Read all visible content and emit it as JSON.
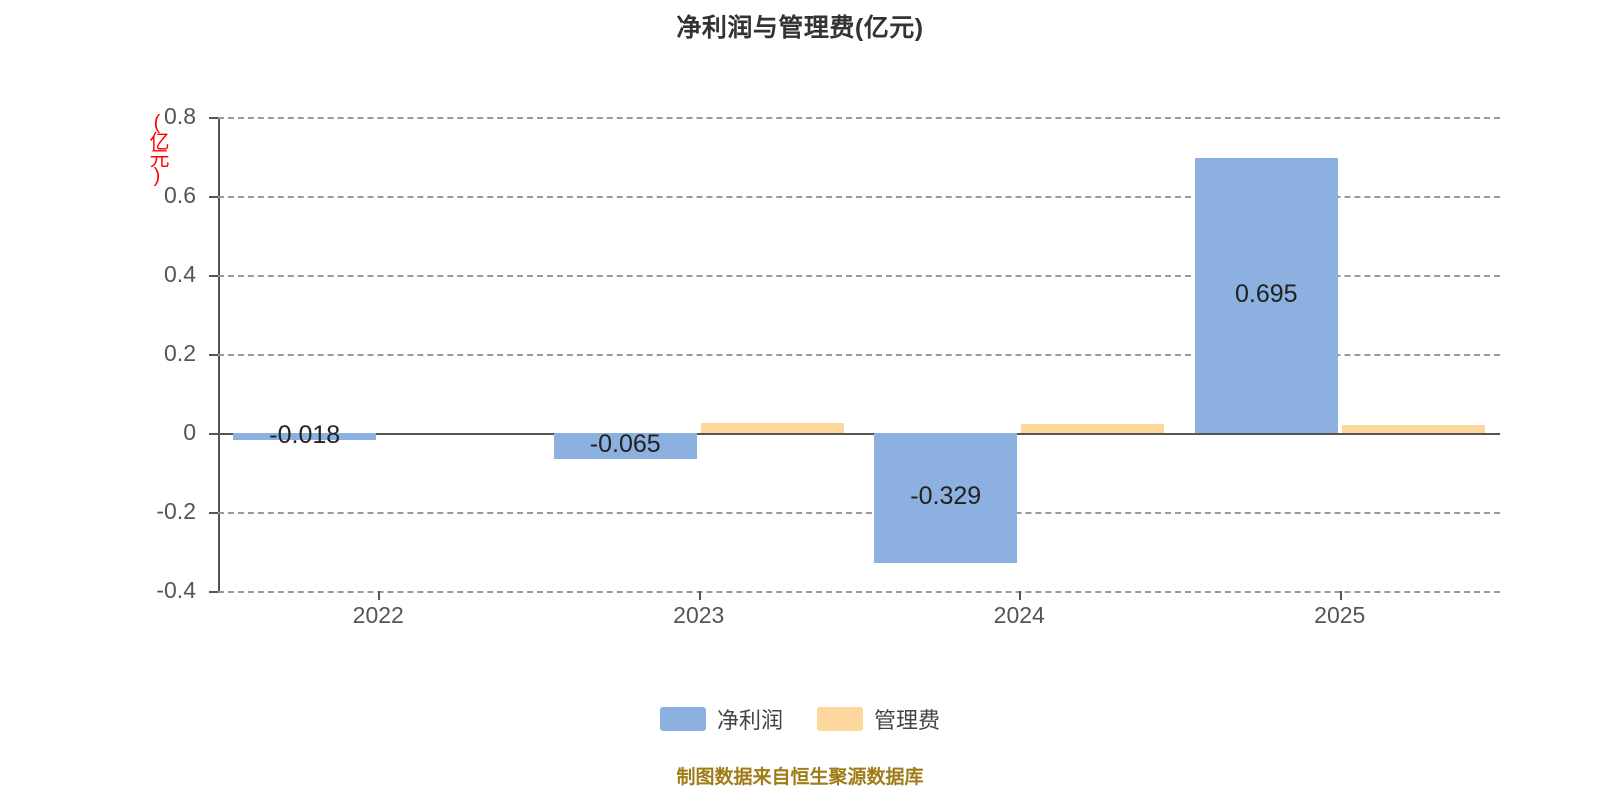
{
  "title": "净利润与管理费(亿元)",
  "y_unit_label": "(亿元)",
  "footer": "制图数据来自恒生聚源数据库",
  "legend": {
    "items": [
      {
        "label": "净利润",
        "color": "#8cb0e0",
        "key": "profit"
      },
      {
        "label": "管理费",
        "color": "#fcd69a",
        "key": "expense"
      }
    ]
  },
  "axis": {
    "y_ticks": [
      "0.8",
      "0.6",
      "0.4",
      "0.2",
      "0",
      "-0.2",
      "-0.4"
    ],
    "x_ticks": [
      "2022",
      "2023",
      "2024",
      "2025"
    ]
  },
  "bar_labels": {
    "profit": [
      "-0.018",
      "-0.065",
      "-0.329",
      "0.695"
    ],
    "expense": [
      "",
      "",
      "",
      ""
    ]
  },
  "chart_data": {
    "type": "bar",
    "title": "净利润与管理费(亿元)",
    "xlabel": "",
    "ylabel": "(亿元)",
    "categories": [
      "2022",
      "2023",
      "2024",
      "2025"
    ],
    "series": [
      {
        "name": "净利润",
        "color": "#8cb0e0",
        "values": [
          -0.018,
          -0.065,
          -0.329,
          0.695
        ]
      },
      {
        "name": "管理费",
        "color": "#fcd69a",
        "values": [
          0.0,
          0.025,
          0.022,
          0.02
        ]
      }
    ],
    "ylim": [
      -0.4,
      0.8
    ],
    "yticks": [
      -0.4,
      -0.2,
      0,
      0.2,
      0.4,
      0.6,
      0.8
    ],
    "grid": true,
    "grid_style": "dashed-horizontal",
    "legend_position": "bottom-center",
    "annotations": [
      "制图数据来自恒生聚源数据库"
    ]
  }
}
